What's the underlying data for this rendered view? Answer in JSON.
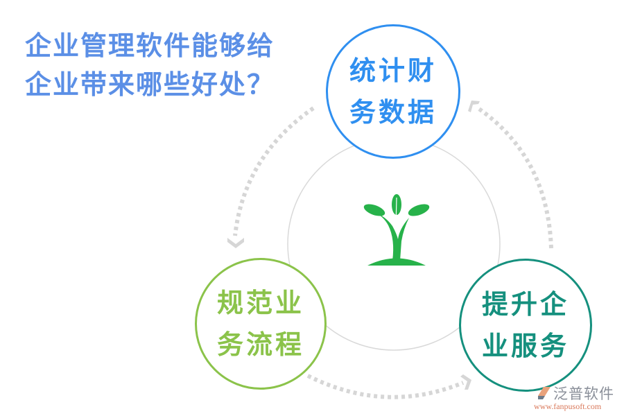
{
  "title": {
    "line1": "企业管理软件能够给",
    "line2": "企业带来哪些好处？",
    "color": "#5b8fe6"
  },
  "center": {
    "icon": "sprout-icon",
    "icon_color": "#27b24a",
    "ring_color": "#d9d9d9"
  },
  "nodes": [
    {
      "id": "top",
      "line1": "统计财",
      "line2": "务数据",
      "color": "#2f8ff0"
    },
    {
      "id": "left",
      "line1": "规范业",
      "line2": "务流程",
      "color": "#8bc34a"
    },
    {
      "id": "right",
      "line1": "提升企",
      "line2": "业服务",
      "color": "#15907e"
    }
  ],
  "arrows": {
    "color": "#d6d6d6",
    "style": "dotted-cycle"
  },
  "watermark": {
    "name": "泛普软件",
    "url": "www.fanpusoft.com"
  }
}
